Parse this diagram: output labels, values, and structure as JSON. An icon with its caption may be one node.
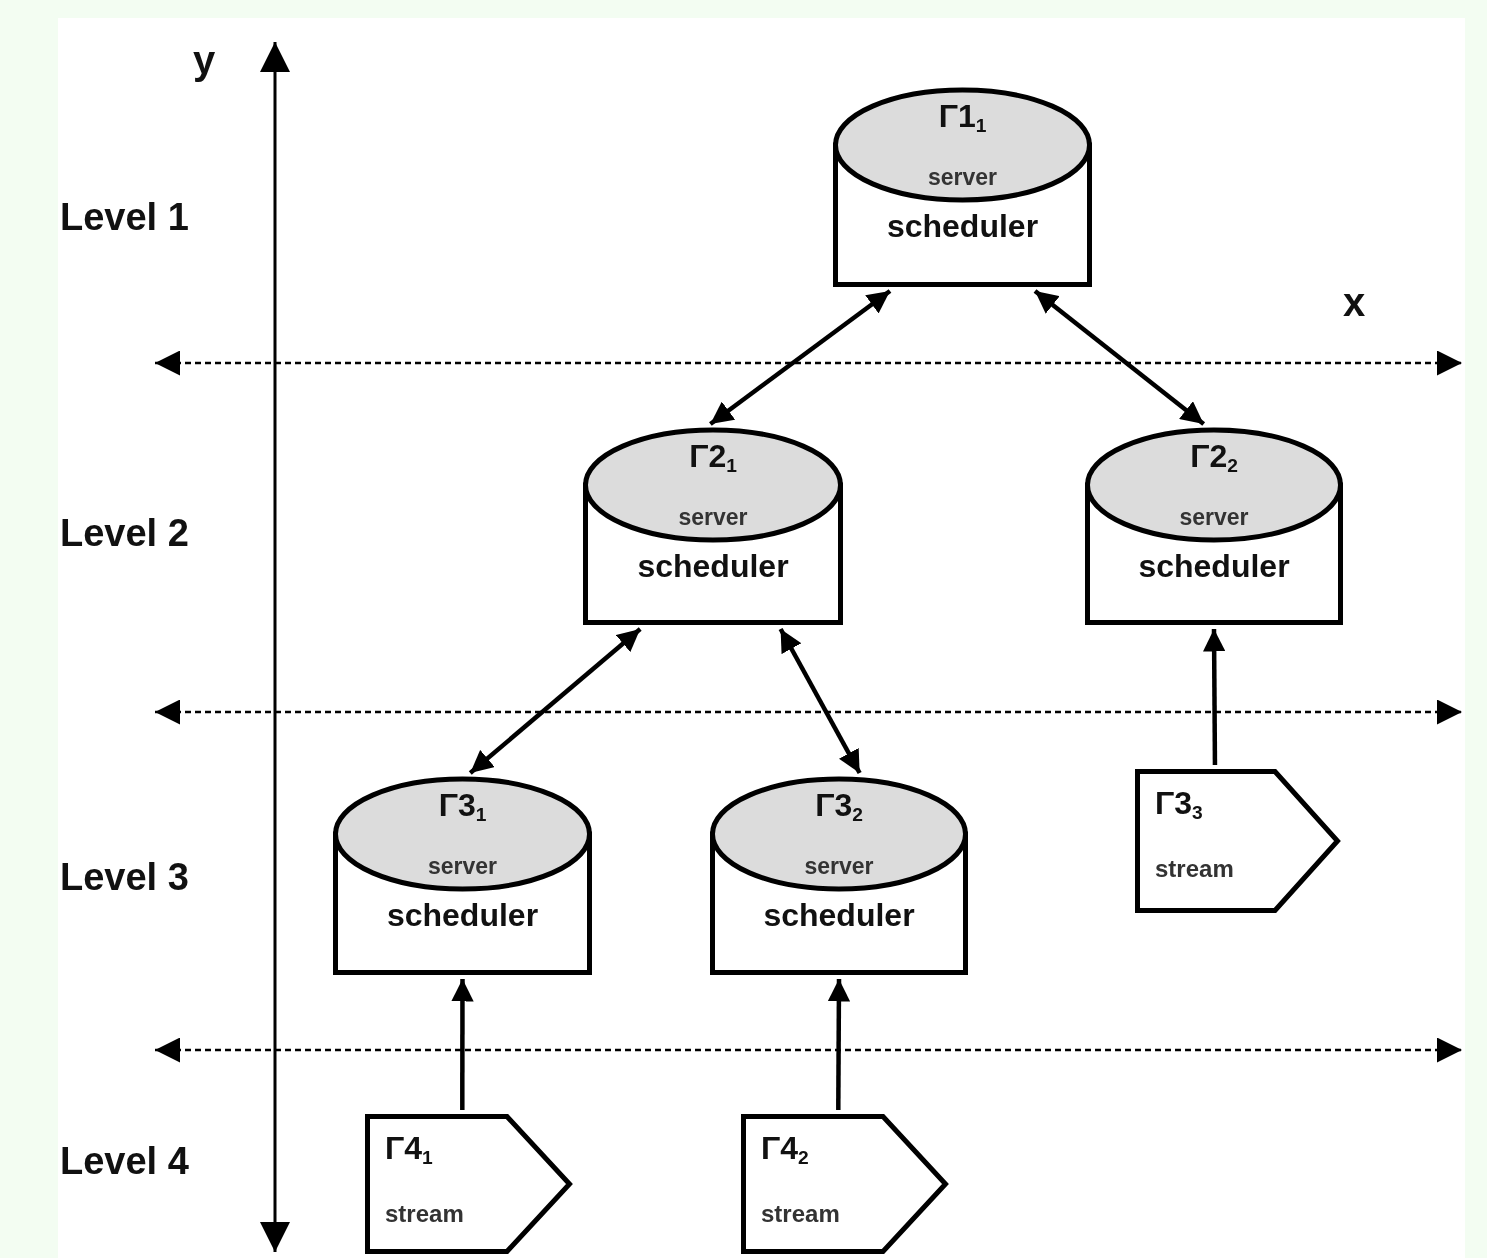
{
  "diagram": {
    "nodes": [
      {
        "text": [
          "Γ1$_{1}$",
          "server",
          "scheduler"
        ]
      },
      {
        "text": [
          "Γ2$_{1}$",
          "server",
          "scheduler"
        ]
      },
      {
        "text": [
          "Γ2$_{2}$",
          "server",
          "scheduler"
        ]
      },
      {
        "text": [
          "Γ3$_{1}$",
          "server",
          "scheduler"
        ]
      },
      {
        "text": [
          "Γ3$_{2}$",
          "server",
          "scheduler"
        ]
      },
      {
        "text": [
          "Γ3$_{3}$",
          "stream"
        ]
      },
      {
        "text": [
          "Γ4$_{1}$",
          "stream"
        ]
      },
      {
        "text": [
          "Γ4$_{2}$",
          "stream"
        ]
      }
    ],
    "edges": [
      {
        "from": 0,
        "to": 1,
        "arrow": "both"
      },
      {
        "from": 0,
        "to": 2,
        "arrow": "both"
      },
      {
        "from": 1,
        "to": 3,
        "arrow": "both"
      },
      {
        "from": 1,
        "to": 4,
        "arrow": "both"
      },
      {
        "from": 5,
        "to": 2,
        "arrow": "to"
      },
      {
        "from": 6,
        "to": 3,
        "arrow": "to"
      },
      {
        "from": 7,
        "to": 4,
        "arrow": "to"
      }
    ],
    "labels": [
      "y",
      "Level 1",
      "x",
      "Level 2",
      "Level 3",
      "Level 4"
    ]
  }
}
